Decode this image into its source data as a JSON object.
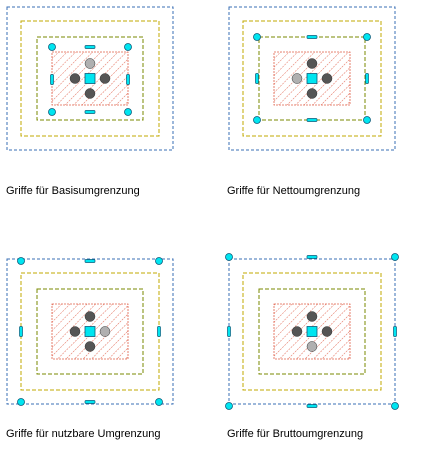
{
  "colors": {
    "outer_boundary": "#3a6fb5",
    "middle_boundary": "#c2a800",
    "inner_boundary": "#7a8a00",
    "hatch": "#e0604a",
    "grip_fill": "#00e5f0",
    "grip_stroke": "#0a5a7a",
    "node_dark": "#555555",
    "node_light": "#b0b0b0"
  },
  "panels": [
    {
      "caption": "Griffe für Basisumgrenzung",
      "active_boundary": "inner",
      "light_node": "top"
    },
    {
      "caption": "Griffe für Nettoumgrenzung",
      "active_boundary": "middle",
      "light_node": "left"
    },
    {
      "caption": "Griffe für nutzbare Umgrenzung",
      "active_boundary": "outer2",
      "light_node": "right"
    },
    {
      "caption": "Griffe für Bruttoumgrenzung",
      "active_boundary": "outer",
      "light_node": "bottom"
    }
  ]
}
